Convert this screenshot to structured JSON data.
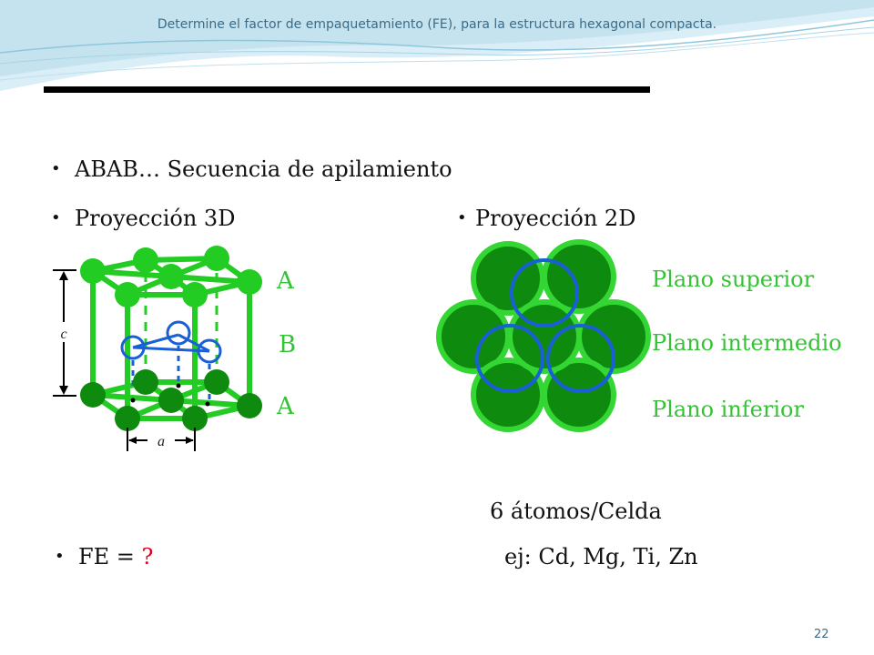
{
  "header": {
    "title": "Determine el factor de empaquetamiento (FE), para la estructura hexagonal compacta."
  },
  "bullets": {
    "stacking": "ABAB… Secuencia de apilamiento",
    "projection_3d": "Proyección 3D",
    "projection_2d": "Proyección 2D",
    "fe_label": "FE = ",
    "fe_question": "?"
  },
  "diagram_3d": {
    "layer_top": "A",
    "layer_middle": "B",
    "layer_bottom": "A",
    "dim_c": "c",
    "dim_a": "a"
  },
  "diagram_2d": {
    "plane_top": "Plano superior",
    "plane_middle": "Plano intermedio",
    "plane_bottom": "Plano inferior"
  },
  "info": {
    "atoms_per_cell": "6 átomos/Celda",
    "examples": "ej: Cd, Mg, Ti, Zn"
  },
  "colors": {
    "atom_green": "#22cc22",
    "atom_dark_green": "#0e8a0e",
    "atom_blue": "#1a5fd6",
    "question_red": "#e0001b"
  },
  "footer": {
    "page_number": "22"
  }
}
